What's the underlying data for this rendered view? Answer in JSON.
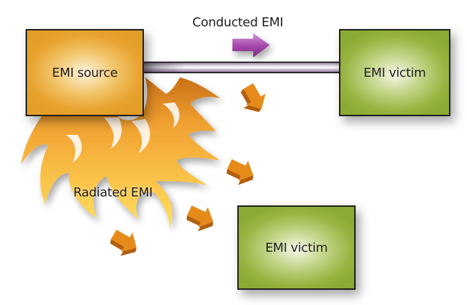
{
  "diagram": {
    "title": "Conducted and radiated EMI",
    "nodes": {
      "source": {
        "label": "EMI source",
        "color": "#e8a330"
      },
      "victim_conducted": {
        "label": "EMI victim",
        "color": "#8aab33"
      },
      "victim_radiated": {
        "label": "EMI victim",
        "color": "#8aab33"
      }
    },
    "paths": {
      "conducted": {
        "label": "Conducted EMI",
        "arrow_color": "#9b3f9b",
        "medium": "cable"
      },
      "radiated": {
        "label": "Radiated EMI",
        "arrow_color": "#e68a1a",
        "arrow_count": 4,
        "medium": "radiation"
      }
    }
  }
}
